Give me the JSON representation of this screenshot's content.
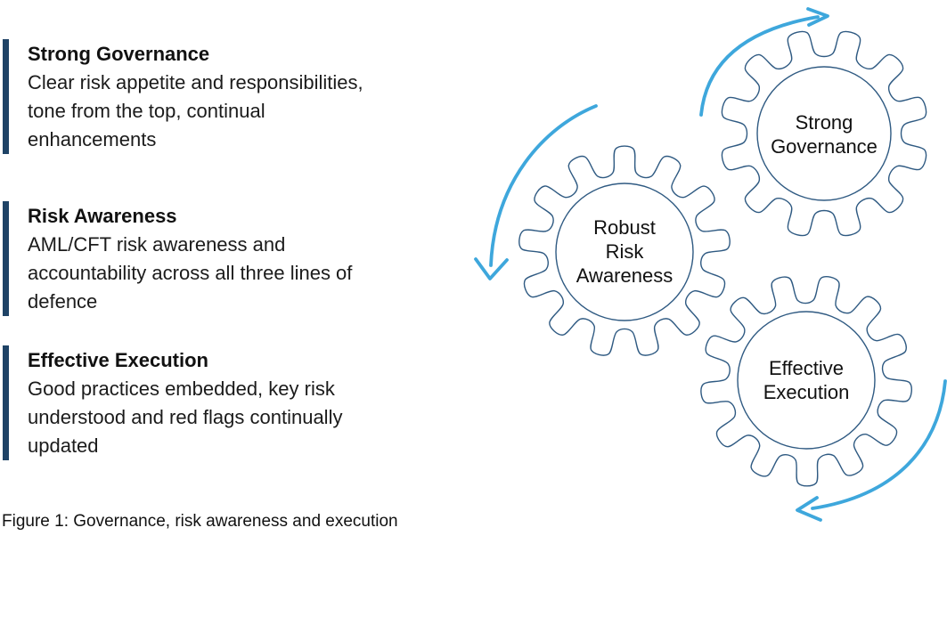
{
  "figure": {
    "caption": "Figure 1: Governance, risk awareness and execution",
    "items": [
      {
        "title": "Strong Governance",
        "lines": [
          "Clear risk appetite and responsibilities,",
          "tone from the top, continual",
          "enhancements"
        ]
      },
      {
        "title": "Risk Awareness",
        "lines": [
          "AML/CFT risk awareness and",
          "accountability across all three lines of",
          "defence"
        ]
      },
      {
        "title": "Effective Execution",
        "lines": [
          "Good practices embedded, key risk",
          "understood and red flags continually",
          "updated"
        ]
      }
    ],
    "gears": [
      {
        "name": "strong-governance",
        "label_lines": [
          "Strong",
          "Governance"
        ]
      },
      {
        "name": "robust-risk-awareness",
        "label_lines": [
          "Robust",
          "Risk",
          "Awareness"
        ]
      },
      {
        "name": "effective-execution",
        "label_lines": [
          "Effective",
          "Execution"
        ]
      }
    ],
    "icons": [
      {
        "name": "rotation-arrow-top",
        "shape": "curved-arrow-clockwise"
      },
      {
        "name": "rotation-arrow-left",
        "shape": "curved-arrow-counterclockwise"
      },
      {
        "name": "rotation-arrow-bottom",
        "shape": "curved-arrow-clockwise"
      }
    ]
  },
  "colors": {
    "accent_bar": "#1f4366",
    "gear_outline": "#2f5a82",
    "arrow_blue": "#3ea7dc",
    "text_color": "#1b1b1b"
  }
}
